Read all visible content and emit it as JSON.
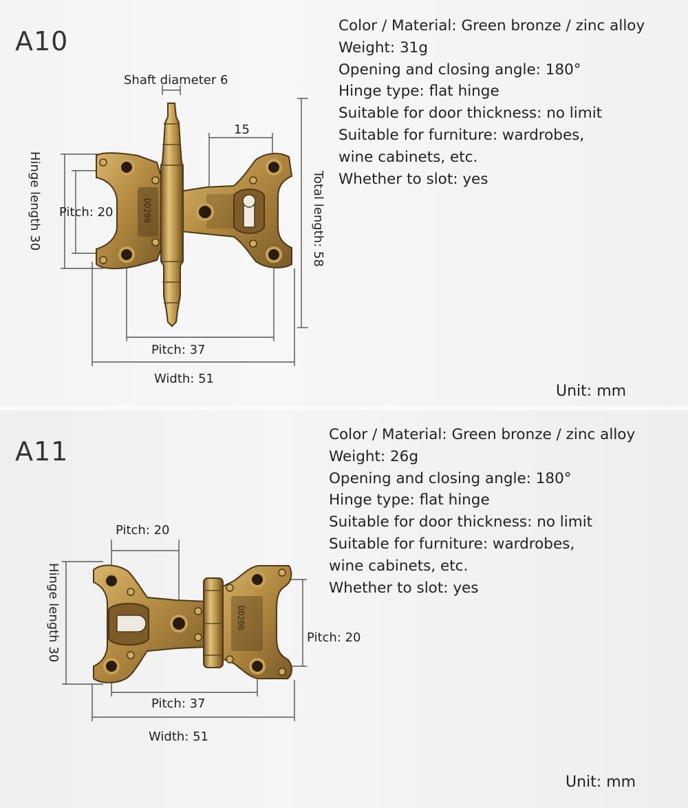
{
  "a10": {
    "model": "A10",
    "specs": [
      "Color / Material: Green bronze / zinc alloy",
      "Weight: 31g",
      "Opening and closing angle: 180°",
      "Hinge type: flat hinge",
      "Suitable for door thickness: no limit",
      "Suitable for furniture: wardrobes,",
      "wine cabinets, etc.",
      "Whether to slot: yes"
    ],
    "dims": {
      "shaft": "Shaft diameter 6",
      "top": "15",
      "hinge_length": "Hinge length 30",
      "pitch_v": "Pitch: 20",
      "total_length": "Total length: 58",
      "pitch_h": "Pitch: 37",
      "width": "Width: 51"
    },
    "stamp": "DD206",
    "unit": "Unit: mm"
  },
  "a11": {
    "model": "A11",
    "specs": [
      "Color / Material: Green bronze / zinc alloy",
      "Weight: 26g",
      "Opening and closing angle: 180°",
      "Hinge type: flat hinge",
      "Suitable for door thickness: no limit",
      "Suitable for furniture: wardrobes,",
      "wine cabinets, etc.",
      "Whether to slot: yes"
    ],
    "dims": {
      "pitch_top": "Pitch: 20",
      "hinge_length": "Hinge length 30",
      "pitch_right": "Pitch: 20",
      "pitch_h": "Pitch: 37",
      "width": "Width: 51"
    },
    "stamp": "DD206",
    "unit": "Unit: mm"
  },
  "colors": {
    "bronze_light": "#c9a257",
    "bronze_mid": "#a17a36",
    "bronze_dark": "#5e4420",
    "dim_line": "#3a3a3a"
  }
}
